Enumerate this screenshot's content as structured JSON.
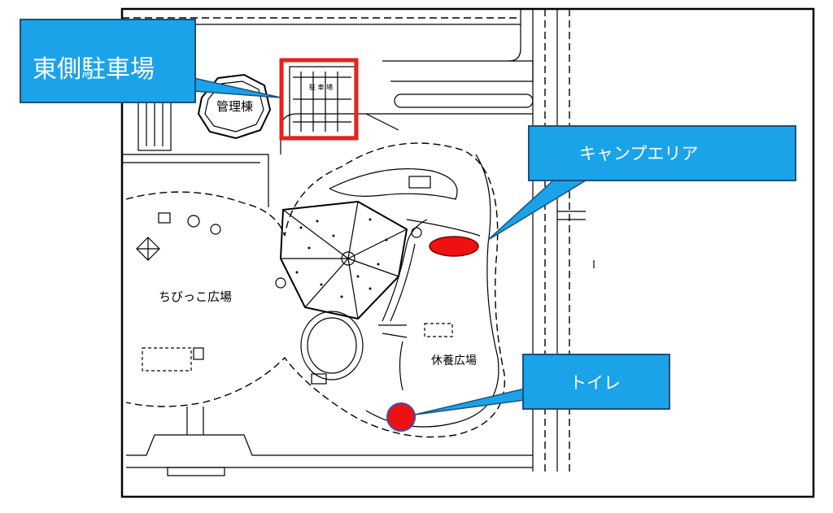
{
  "map": {
    "labels": {
      "admin_building": "管理棟",
      "kids_plaza": "ちびっこ広場",
      "rest_plaza": "休養広場",
      "parking_small": "駐 車 場"
    }
  },
  "callouts": {
    "east_parking": "東側駐車場",
    "camp_area": "キャンプエリア",
    "toilet": "トイレ"
  },
  "colors": {
    "callout_fill": "#1aa3e8",
    "callout_border": "#1c4f7a",
    "callout_text": "#ffffff",
    "highlight_red": "#e8221b",
    "marker_red": "#ee1111",
    "toilet_ring": "#3a4fb0"
  }
}
